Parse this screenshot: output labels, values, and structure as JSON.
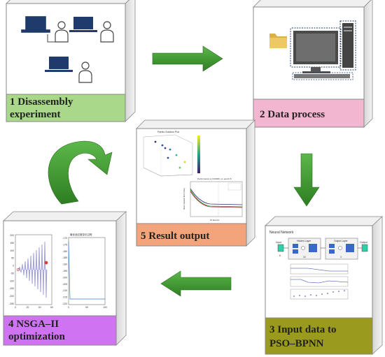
{
  "steps": [
    {
      "label_line1": "1 Disassembly",
      "label_line2": "experiment",
      "color": "#a9d88a"
    },
    {
      "label_line1": "2  Data process",
      "label_line2": "",
      "color": "#f3b6d1"
    },
    {
      "label_line1": "3 Input data to",
      "label_line2": "PSO–BPNN",
      "color": "#9a9a1e"
    },
    {
      "label_line1": "4 NSGA–II",
      "label_line2": "optimization",
      "color": "#cf73f2"
    },
    {
      "label_line1": "5 Result output",
      "label_line2": "",
      "color": "#f4a47a"
    }
  ],
  "nn": {
    "title": "Neural Network",
    "input": "Input",
    "hidden": "Hidden Layer",
    "output_layer": "Output Layer",
    "output": "Output",
    "input_n": "8",
    "hidden_n": "16",
    "output_n": "3"
  },
  "result": {
    "scatter_title": "Pareto Solution Plot",
    "perf_title": "Performance is 0.00006, on epoch 8",
    "perf_ylabel": "Mean Squared Error (mse)",
    "perf_xlabel": "16 Epochs"
  },
  "nsga": {
    "ticks_left": [
      "200",
      "150",
      "100",
      "50",
      "0",
      "-50",
      "-100",
      "-150",
      "-200",
      "-250"
    ],
    "x_ticks_left": [
      "0",
      "20",
      "40",
      "60"
    ],
    "ticks_right": [
      "-170",
      "-175",
      "-180",
      "-185",
      "-190",
      "-195",
      "-200",
      "-205",
      "-210",
      "-215",
      "-220"
    ],
    "x_ticks_right": [
      "0",
      "50",
      "100"
    ],
    "right_title": "最优适应度变化过程"
  },
  "colors": {
    "arrow_green": "#3f9a2c",
    "box_side": "#e6e6e6",
    "box_top": "#f2f2f2",
    "computer_blue": "#1f3b6b"
  }
}
